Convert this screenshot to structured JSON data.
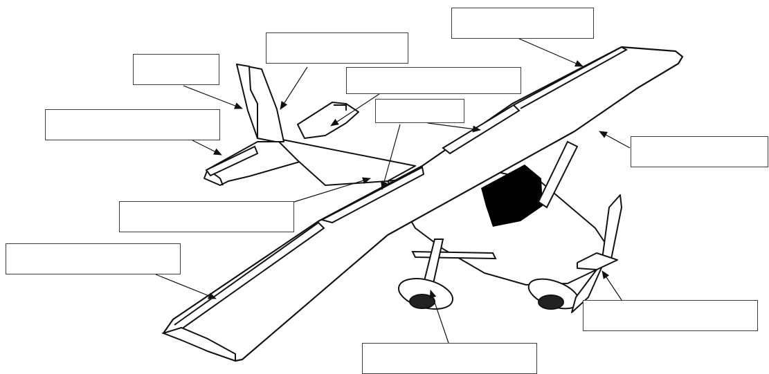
{
  "diagram": {
    "subject": "airplane-parts-labeling",
    "label_boxes": [
      {
        "id": "top-left-small",
        "text": ""
      },
      {
        "id": "top-center",
        "text": ""
      },
      {
        "id": "top-right",
        "text": ""
      },
      {
        "id": "upper-center",
        "text": ""
      },
      {
        "id": "center-small",
        "text": ""
      },
      {
        "id": "left-upper",
        "text": ""
      },
      {
        "id": "right-middle",
        "text": ""
      },
      {
        "id": "left-middle",
        "text": ""
      },
      {
        "id": "left-lower",
        "text": ""
      },
      {
        "id": "right-lower",
        "text": ""
      },
      {
        "id": "bottom-center",
        "text": ""
      }
    ],
    "colors": {
      "line": "#111111",
      "box_border": "#3a3a3a",
      "fill": "#ffffff",
      "window": "#000000"
    }
  }
}
